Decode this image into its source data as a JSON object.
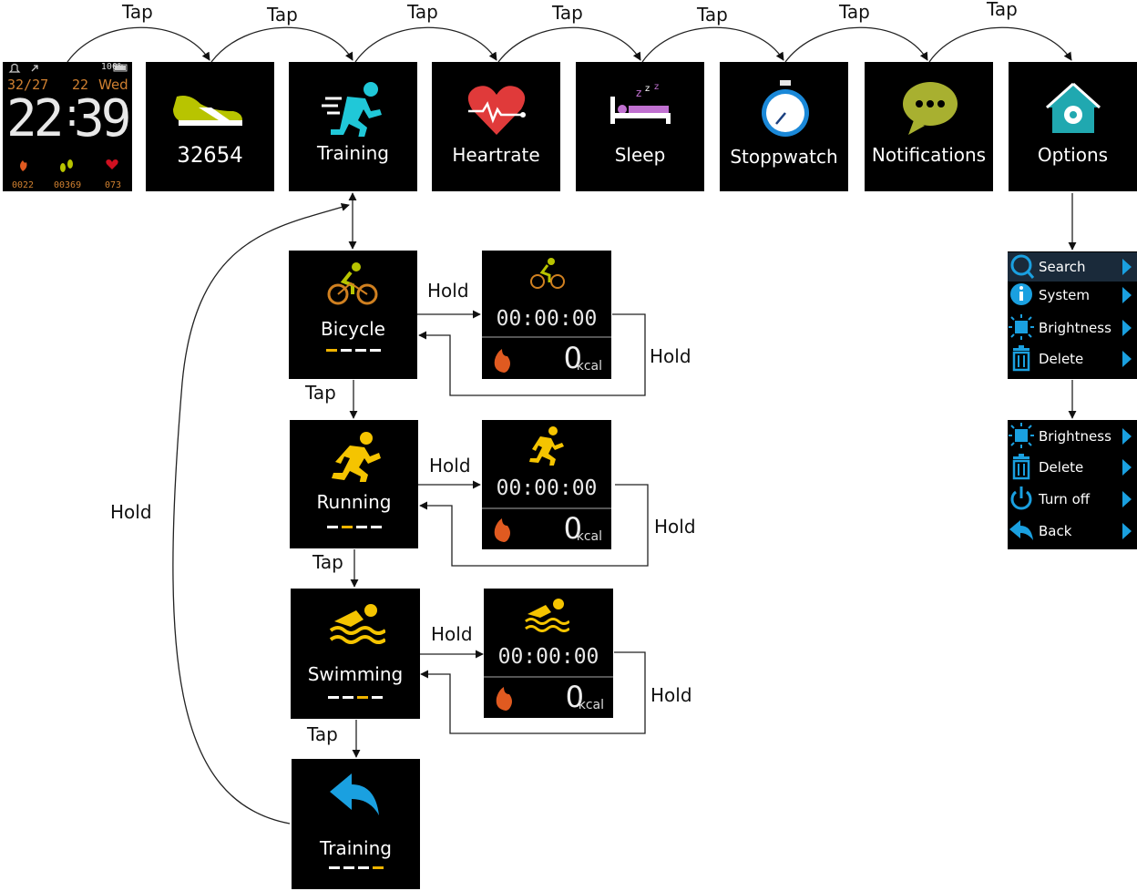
{
  "edges": {
    "tap": "Tap",
    "hold": "Hold"
  },
  "watch_face": {
    "battery": "100%",
    "date": "32/27",
    "day_num": "22",
    "weekday": "Wed",
    "time_h": "22",
    "time_m": "39",
    "calories": "0022",
    "steps": "00369",
    "heart": "073"
  },
  "screens": {
    "steps": {
      "value": "32654"
    },
    "training": {
      "label": "Training"
    },
    "heartrate": {
      "label": "Heartrate"
    },
    "sleep": {
      "label": "Sleep"
    },
    "stopwatch": {
      "label": "Stoppwatch"
    },
    "notifications": {
      "label": "Notifications"
    },
    "options": {
      "label": "Options"
    }
  },
  "training_menu": [
    {
      "label": "Bicycle",
      "active_dot": 0
    },
    {
      "label": "Running",
      "active_dot": 1
    },
    {
      "label": "Swimming",
      "active_dot": 2
    },
    {
      "label": "Training",
      "active_dot": 3
    }
  ],
  "workout": {
    "timer": "00:00:00",
    "kcal_value": "0",
    "kcal_unit": "kcal"
  },
  "options_menu_1": [
    "Search",
    "System",
    "Brightness",
    "Delete"
  ],
  "options_menu_2": [
    "Brightness",
    "Delete",
    "Turn off",
    "Back"
  ],
  "colors": {
    "accent_blue": "#1aa0e0",
    "shoe_green": "#b8c400",
    "runner_cyan": "#20c8d8",
    "heart_red": "#e03a3a",
    "sleep_purple": "#c070d0",
    "notif_olive": "#a8b030",
    "options_teal": "#20a8b0",
    "activity_yellow": "#f5c400",
    "bicycle_orange": "#d08020"
  }
}
